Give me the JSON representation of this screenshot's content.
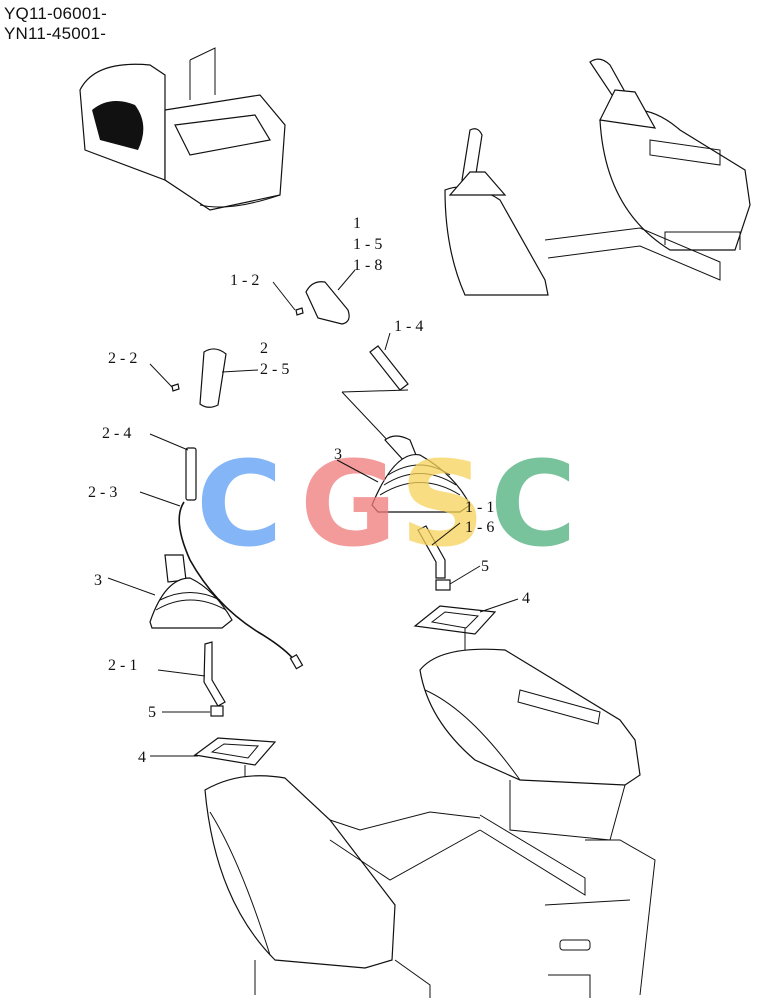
{
  "header": {
    "serial_line_1": "YQ11-06001-",
    "serial_line_2": "YN11-45001-"
  },
  "watermark": {
    "letters": [
      "C",
      "G",
      "S",
      "C"
    ],
    "colors": [
      "#5b9ef5",
      "#f07a7a",
      "#f7d259",
      "#4cae7c"
    ]
  },
  "callouts": {
    "c1": "1",
    "c1_5": "1 - 5",
    "c1_8": "1 - 8",
    "c1_2": "1 - 2",
    "c1_4": "1 - 4",
    "c2": "2",
    "c2_5": "2 - 5",
    "c2_2": "2 - 2",
    "c2_4": "2 - 4",
    "c2_3": "2 - 3",
    "c3_left": "3",
    "c3_right": "3",
    "c1_1": "1 - 1",
    "c1_6": "1 - 6",
    "c5_right": "5",
    "c4_right": "4",
    "c2_1": "2 - 1",
    "c5_left": "5",
    "c4_left": "4"
  }
}
